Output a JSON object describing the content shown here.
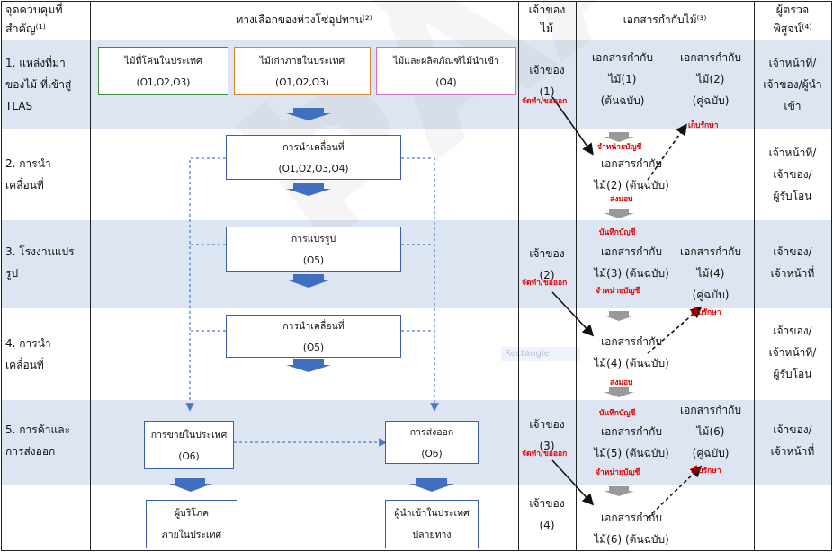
{
  "header": {
    "col1": "จุดควบคุมที่\nสำคัญ⁽¹⁾",
    "col2": "ทางเลือกของห่วงโซ่อุปทาน⁽²⁾",
    "col3": "เจ้าของ\nไม้",
    "col4": "เอกสารกำกับไม้⁽³⁾",
    "col5": "ผู้ตรวจ\nพิสูจน์⁽⁴⁾"
  },
  "rows": [
    {
      "label": "1. แหล่งที่มา\nของไม้ ที่เข้าสู่\nTLAS",
      "verifier": "เจ้าหน้าที่/\nเจ้าของ/ผู้นำ\nเข้า"
    },
    {
      "label": "2. การนำ\nเคลื่อนที่",
      "verifier": "เจ้าหน้าที่/\nเจ้าของ/\nผู้รับโอน"
    },
    {
      "label": "3. โรงงานแปร\nรูป",
      "verifier": "เจ้าของ/\nเจ้าหน้าที่"
    },
    {
      "label": "4. การนำ\nเคลื่อนที่",
      "verifier": "เจ้าของ/\nเจ้าหน้าที่/\nผู้รับโอน"
    },
    {
      "label": "5. การค้าและ\nการส่งออก",
      "verifier": "เจ้าของ/\nเจ้าหน้าที่"
    },
    {
      "label": "",
      "verifier": ""
    }
  ],
  "boxes": {
    "src1": "ไม้ที่โค่นในประเทศ\n(O1,O2,O3)",
    "src2": "ไม้เก่าภายในประเทศ\n(O1,O2,O3)",
    "src3": "ไม้และผลิตภัณฑ์ไม้นำเข้า\n(O4)",
    "move1": "การนำเคลื่อนที่\n(O1,O2,O3,O4)",
    "process": "การแปรรูป\n(O5)",
    "move2": "การนำเคลื่อนที่\n(O5)",
    "domestic": "การขายในประเทศ\n(O6)",
    "export": "การส่งออก\n(O6)",
    "consumer": "ผู้บริโภค\nภายในประเทศ",
    "importer": "ผู้นำเข้าในประเทศ\nปลายทาง"
  },
  "owners": {
    "o1": "เจ้าของ\n(1)",
    "o2": "เจ้าของ\n(2)",
    "o3": "เจ้าของ\n(3)",
    "o4": "เจ้าของ\n(4)"
  },
  "docs": {
    "d1": "เอกสารกำกับ\nไม้(1)\n(ต้นฉบับ)",
    "d2": "เอกสารกำกับ\nไม้(2)\n(คู่ฉบับ)",
    "d3": "เอกสารกำกับ\nไม้(2) (ต้นฉบับ)",
    "d4": "เอกสารกำกับ\nไม้(3) (ต้นฉบับ)",
    "d5": "เอกสารกำกับ\nไม้(4)\n(คู่ฉบับ)",
    "d6": "เอกสารกำกับ\nไม้(4) (ต้นฉบับ)",
    "d7": "เอกสารกำกับ\nไม้(5) (ต้นฉบับ)",
    "d8": "เอกสารกำกับ\nไม้(6)\n(คู่ฉบับ)",
    "d9": "เอกสารกำกับ\nไม้(6) (ต้นฉบับ)"
  },
  "notes": {
    "issue": "จัดทำ/ขอออก",
    "keep": "เก็บรักษา",
    "dispose": "จำหน่ายบัญชี",
    "deliver": "ส่งมอบ",
    "record": "บันทึกบัญชี"
  },
  "misc": {
    "watermark": "ÞÅÄ",
    "faint_label": "Rectangle"
  },
  "colors": {
    "band": "#dde4f2",
    "arrow_blue": "#3f6fbe",
    "src1_border": "#3f8a3f",
    "src2_border": "#d9843a",
    "src3_border": "#d070c0",
    "note_red": "#e00000"
  }
}
